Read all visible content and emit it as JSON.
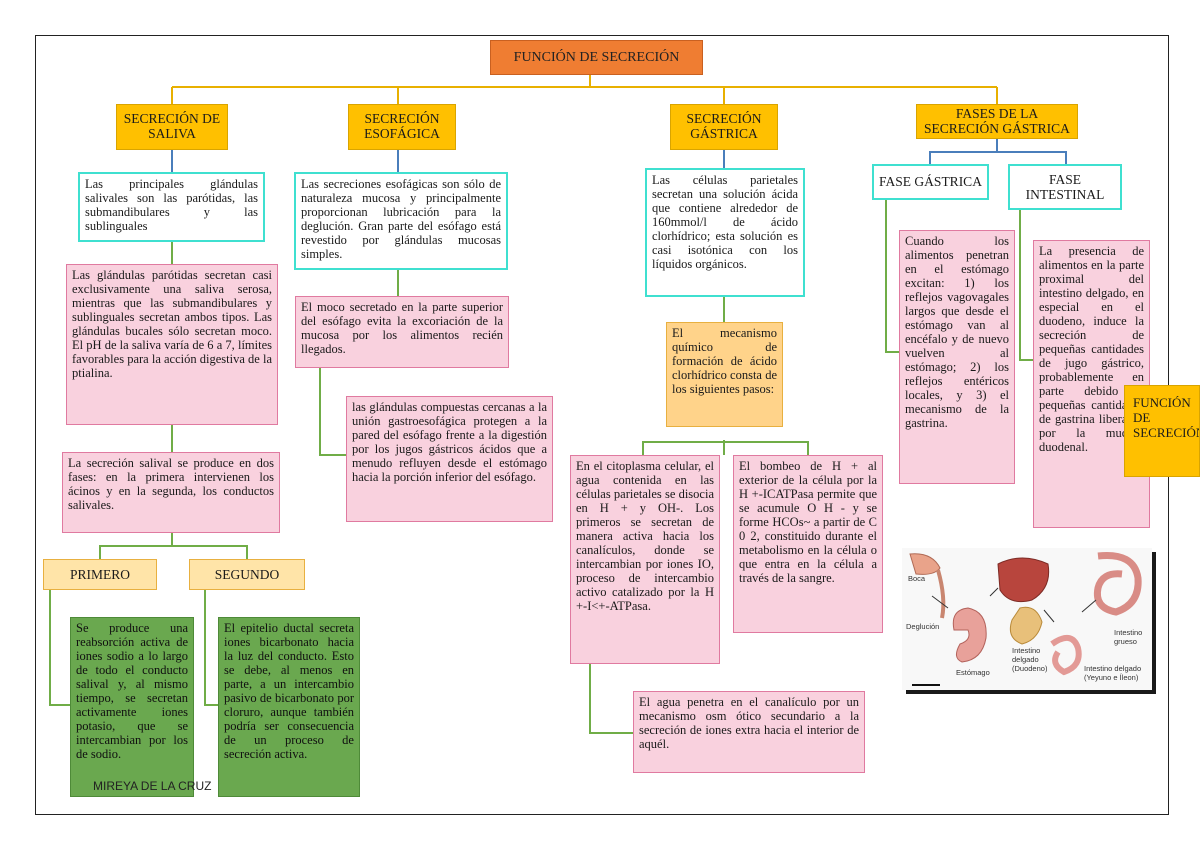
{
  "title": "FUNCIÓN DE SECRECIÓN",
  "sections": {
    "saliva": {
      "heading": "SECRECIÓN DE\nSALIVA",
      "intro": "Las principales glándulas salivales son las parótidas, las submandibulares y las sublinguales",
      "detail": "Las glándulas parótidas secretan casi exclusivamente una saliva serosa, mientras que las submandibulares y sublinguales secretan ambos tipos. Las glándulas bucales sólo secretan moco. El pH de la saliva varía de 6 a 7, límites favorables para la acción digestiva de la ptialina.",
      "phases": "La secreción salival se produce en dos fases: en la primera intervienen los ácinos y en la segunda, los conductos salivales.",
      "first_label": "PRIMERO",
      "second_label": "SEGUNDO",
      "first_text": "Se produce una reabsorción activa de iones sodio a lo largo de todo el conducto salival y, al mismo tiempo, se secretan activamente iones potasio, que se intercambian por los de sodio.",
      "second_text": "El epitelio ductal secreta iones bicarbonato hacia la luz del conducto. Esto se debe, al menos en parte, a un intercambio pasivo de bicarbonato por cloruro, aunque también podría ser consecuencia de un proceso de secreción activa."
    },
    "esofagica": {
      "heading": "SECRECIÓN\nESOFÁGICA",
      "intro": "Las secreciones esofágicas son sólo de naturaleza mucosa y principalmente proporcionan lubricación para la deglución. Gran parte del esófago está revestido por glándulas mucosas simples.",
      "moco": "El moco secretado en la parte superior del esófago evita la excoriación de la mucosa por los alimentos recién llegados.",
      "glandulas": "las glándulas compuestas cercanas a la unión gastroesofágica protegen a la pared del esófago frente a la digestión por los jugos gástricos ácidos que a menudo refluyen desde el estómago hacia la porción inferior del esófago."
    },
    "gastrica": {
      "heading": "SECRECIÓN\nGÁSTRICA",
      "intro": "Las células parietales secretan una solución ácida que contiene alrededor de 160mmol/l de ácido clorhídrico; esta solución es casi isotónica con los líquidos orgánicos.",
      "mecanismo": "El mecanismo químico de formación de ácido clorhídrico consta de los siguientes pasos:",
      "citoplasma": "En el citoplasma celular, el agua contenida en las células parietales se disocia en H + y OH-. Los primeros se secretan de manera activa hacia los canalículos, donde se intercambian por iones IO, proceso de intercambio activo catalizado por la H +-I<+-ATPasa.",
      "bombeo": "El bombeo de H + al exterior de la célula por la H +-ICATPasa permite que se acumule O H - y se forme HCOs~ a partir de C 0 2, constituido durante el metabolismo en la célula o que entra en la célula a través de la sangre.",
      "agua": "El agua penetra en el canalículo por un mecanismo osm ótico secundario a la secreción de iones extra hacia el interior de aquél."
    },
    "fases": {
      "heading": "FASES DE LA\nSECRECIÓN GÁSTRICA",
      "gastrica_label": "FASE GÁSTRICA",
      "intestinal_label": "FASE\nINTESTINAL",
      "gastrica_text": "Cuando los alimentos penetran en el estómago excitan: 1) los reflejos vagovagales largos que desde el estómago van al encéfalo y de nuevo vuelven al estómago; 2) los reflejos entéricos locales, y 3) el mecanismo de la gastrina.",
      "intestinal_text": "La presencia de alimentos en la parte proximal del intestino delgado, en especial en el duodeno, induce la secreción de pequeñas cantidades de jugo gástrico, probablemente en parte debido a pequeñas cantidades de gastrina liberadas por la mucosa duodenal."
    }
  },
  "side_label": "FUNCIÓN DE\nSECRECIÓN",
  "illustration": {
    "captions": [
      "Boca",
      "Deglución",
      "Estómago",
      "Intestino delgado (Duodeno)",
      "Intestino grueso",
      "Intestino delgado (Yeyuno e Íleon)"
    ]
  },
  "footer": "MIREYA DE LA CRUZ",
  "colors": {
    "title": "#ef7d32",
    "heading": "#ffc000",
    "cyan_border": "#3fe0d0",
    "pink": "#f9d1de",
    "green": "#6aa84f",
    "lines": "#4a7ebb",
    "lines_green": "#70ad47"
  }
}
